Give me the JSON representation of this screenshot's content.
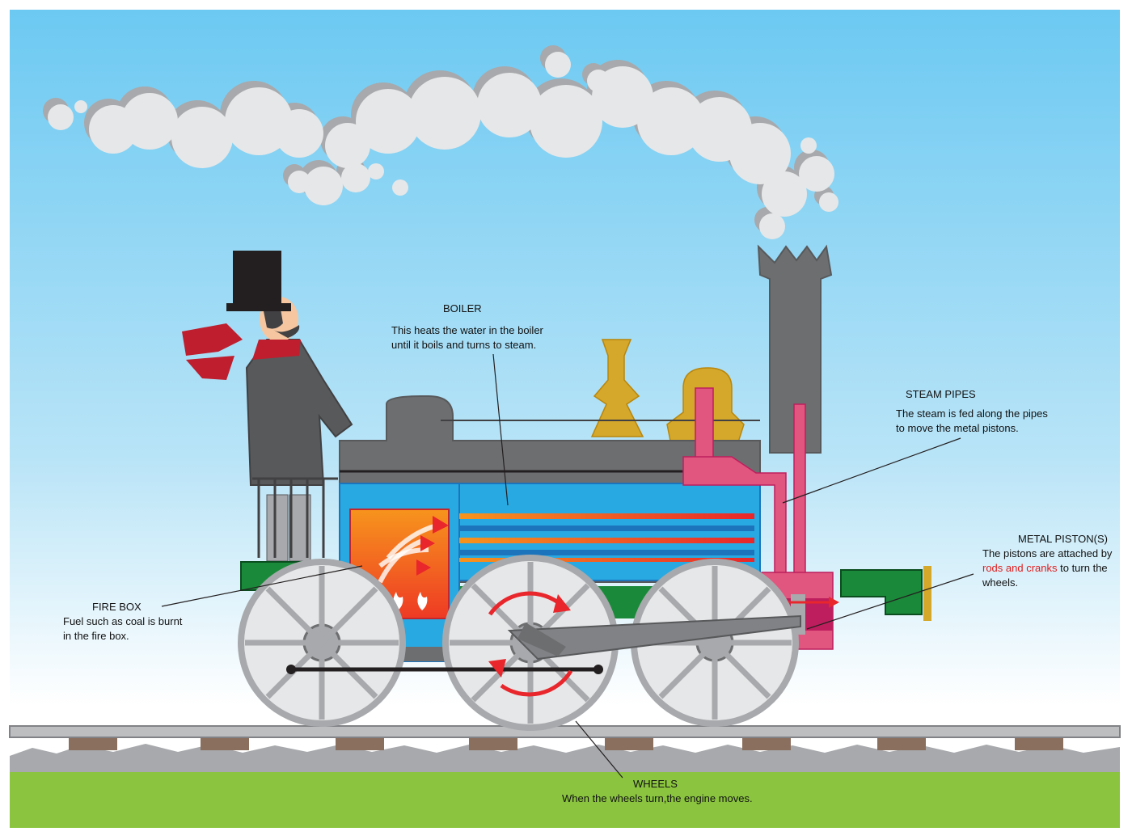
{
  "labels": {
    "boiler": {
      "title": "BOILER",
      "line1": "This heats the water in the boiler",
      "line2": "until it boils and turns to steam."
    },
    "steam_pipes": {
      "title": "STEAM PIPES",
      "line1": "The steam is fed along the pipes",
      "line2": "to move the metal pistons."
    },
    "metal_piston": {
      "title": "METAL PISTON(S)",
      "line1": "The pistons are attached by",
      "line2_highlight": "rods and cranks",
      "line2_rest": " to turn the",
      "line3": "wheels."
    },
    "fire_box": {
      "title": "FIRE BOX",
      "line1": "Fuel such as coal is burnt",
      "line2": "in the fire box."
    },
    "wheels": {
      "title": "WHEELS",
      "line1": "When the wheels turn,the engine moves."
    }
  },
  "colors": {
    "sky_top": "#6cc9f2",
    "sky_bottom": "#ffffff",
    "boiler_blue": "#29a9e1",
    "firebox_orange": "#f47b20",
    "steam_pipe_pink": "#e0567f",
    "engine_grey": "#6d6e70",
    "frame_green": "#1a8a3a",
    "brass": "#d5a72a",
    "grass": "#8bc540",
    "highlight_red": "#e21b1b"
  }
}
